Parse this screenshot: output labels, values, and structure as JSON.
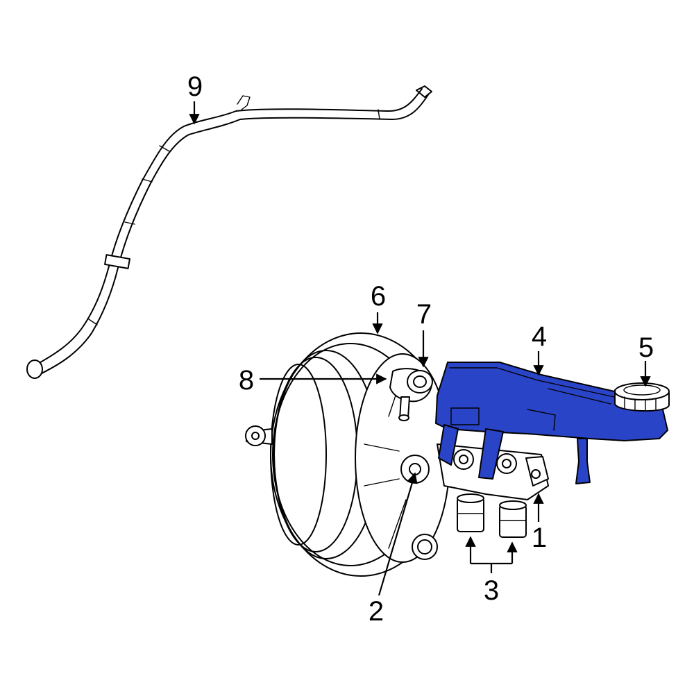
{
  "diagram": {
    "highlight_color": "#2a44c8",
    "line_color": "#000000",
    "background": "#ffffff",
    "callouts": [
      {
        "id": "c1",
        "label": "1"
      },
      {
        "id": "c2",
        "label": "2"
      },
      {
        "id": "c3",
        "label": "3"
      },
      {
        "id": "c4",
        "label": "4"
      },
      {
        "id": "c5",
        "label": "5"
      },
      {
        "id": "c6",
        "label": "6"
      },
      {
        "id": "c7",
        "label": "7"
      },
      {
        "id": "c8",
        "label": "8"
      },
      {
        "id": "c9",
        "label": "9"
      }
    ]
  }
}
